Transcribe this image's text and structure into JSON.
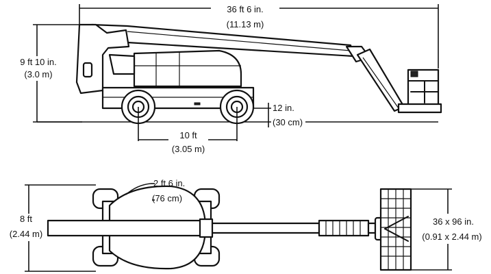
{
  "side_view": {
    "overall_length_ft": "36 ft 6 in.",
    "overall_length_m": "(11.13 m)",
    "stowed_height_ft": "9 ft 10 in.",
    "stowed_height_m": "(3.0 m)",
    "ground_clearance_in": "12 in.",
    "ground_clearance_cm": "(30 cm)",
    "wheelbase_ft": "10 ft",
    "wheelbase_m": "(3.05 m)"
  },
  "top_view": {
    "tailswing_ft": "2 ft 6 in.",
    "tailswing_cm": "(76 cm)",
    "overall_width_ft": "8 ft",
    "overall_width_m": "(2.44 m)",
    "platform_size_in": "36 x 96 in.",
    "platform_size_m": "(0.91 x 2.44 m)"
  }
}
